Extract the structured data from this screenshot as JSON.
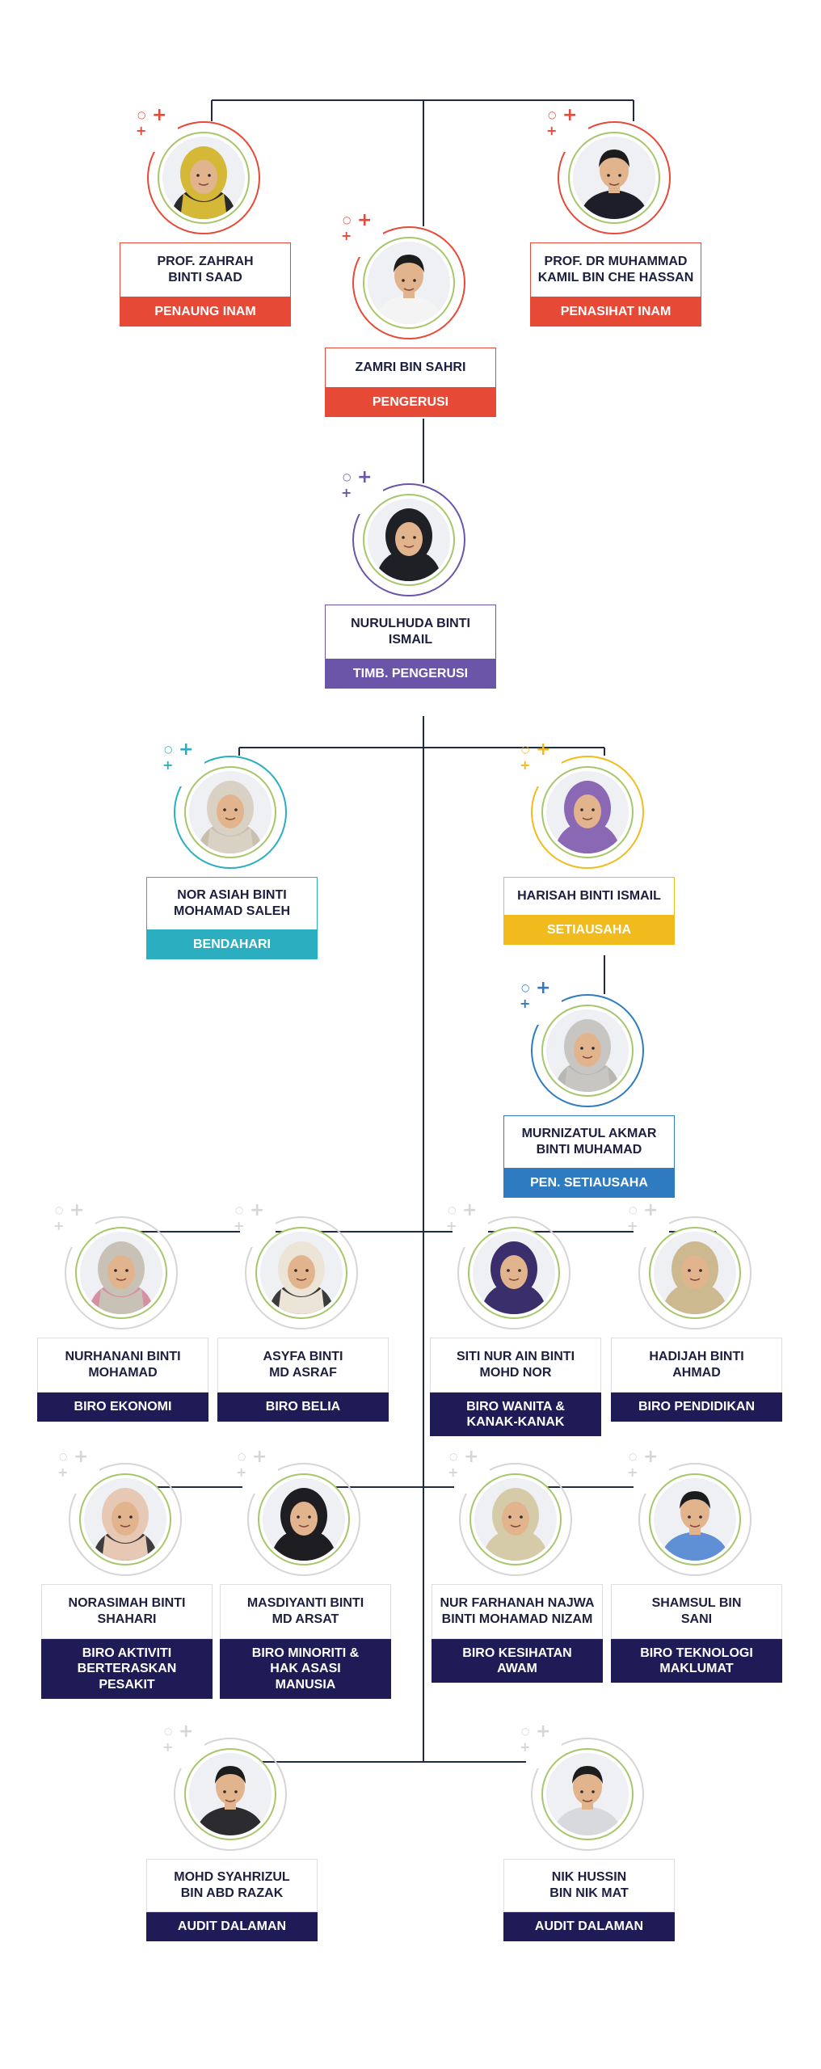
{
  "colors": {
    "line": "#1f2a44",
    "red": "#e64a37",
    "purple": "#6b55a8",
    "teal": "#2aaec0",
    "yellow": "#f2bb1d",
    "blue": "#2f7bbf",
    "navy": "#1e1b57",
    "skin": "#e2b48e",
    "black_hijab": "#23222a",
    "grey_ring": "#d6d6d6"
  },
  "members": [
    {
      "id": "zahrah",
      "name": "PROF. ZAHRAH\nBINTI SAAD",
      "role": "PENAUNG INAM",
      "role_color": "red",
      "ring_color": "red",
      "spark_color": "red",
      "hijab": "#d6b838",
      "clothing": "#2a2a2a"
    },
    {
      "id": "zamri",
      "name": "ZAMRI BIN SAHRI",
      "role": "PENGERUSI",
      "role_color": "red",
      "ring_color": "red",
      "spark_color": "red",
      "hair": "#1c1c1c",
      "clothing": "#f4f4f4"
    },
    {
      "id": "kamil",
      "name": "PROF. DR MUHAMMAD\nKAMIL BIN CHE HASSAN",
      "role": "PENASIHAT INAM",
      "role_color": "red",
      "ring_color": "red",
      "spark_color": "red",
      "hair": "#1c1c1c",
      "clothing": "#1e1e2a"
    },
    {
      "id": "nurulhuda",
      "name": "NURULHUDA BINTI\nISMAIL",
      "role": "TIMB. PENGERUSI",
      "role_color": "purple",
      "ring_color": "purple",
      "spark_color": "purple",
      "hijab": "#1f1f26",
      "clothing": "#1f1f26"
    },
    {
      "id": "norasiah",
      "name": "NOR ASIAH BINTI\nMOHAMAD SALEH",
      "role": "BENDAHARI",
      "role_color": "teal",
      "ring_color": "teal",
      "spark_color": "teal",
      "hijab": "#d9d2c4",
      "clothing": "#c9bfae"
    },
    {
      "id": "harisah",
      "name": "HARISAH BINTI ISMAIL",
      "role": "SETIAUSAHA",
      "role_color": "yellow",
      "ring_color": "yellow",
      "spark_color": "yellow",
      "hijab": "#8a68b4",
      "clothing": "#8a68b4"
    },
    {
      "id": "murnizatul",
      "name": "MURNIZATUL AKMAR\nBINTI MUHAMAD",
      "role": "PEN. SETIAUSAHA",
      "role_color": "blue",
      "ring_color": "blue",
      "spark_color": "blue",
      "hijab": "#c8c6c2",
      "clothing": "#b9b7b3"
    },
    {
      "id": "nurhanani",
      "name": "NURHANANI BINTI\nMOHAMAD",
      "role": "BIRO EKONOMI",
      "role_color": "navy",
      "ring_color": "grey_ring",
      "spark_color": "grey_ring",
      "hijab": "#c8c2b6",
      "clothing": "#d98fa2"
    },
    {
      "id": "asyfa",
      "name": "ASYFA BINTI\nMD ASRAF",
      "role": "BIRO BELIA",
      "role_color": "navy",
      "ring_color": "grey_ring",
      "spark_color": "grey_ring",
      "hijab": "#ede4d8",
      "clothing": "#3b3b3b"
    },
    {
      "id": "sitinurain",
      "name": "SITI NUR AIN BINTI\nMOHD NOR",
      "role": "BIRO WANITA &\nKANAK-KANAK",
      "role_color": "navy",
      "ring_color": "grey_ring",
      "spark_color": "grey_ring",
      "hijab": "#3a2f6b",
      "clothing": "#3a2f6b"
    },
    {
      "id": "hadijah",
      "name": "HADIJAH BINTI\nAHMAD",
      "role": "BIRO PENDIDIKAN",
      "role_color": "navy",
      "ring_color": "grey_ring",
      "spark_color": "grey_ring",
      "hijab": "#cdb98f",
      "clothing": "#cdb98f"
    },
    {
      "id": "norasimah",
      "name": "NORASIMAH BINTI\nSHAHARI",
      "role": "BIRO AKTIVITI\nBERTERASKAN\nPESAKIT",
      "role_color": "navy",
      "ring_color": "grey_ring",
      "spark_color": "grey_ring",
      "hijab": "#e7c8b4",
      "clothing": "#3d3d3d"
    },
    {
      "id": "masdiyanti",
      "name": "MASDIYANTI BINTI\nMD ARSAT",
      "role": "BIRO MINORITI &\nHAK ASASI\nMANUSIA",
      "role_color": "navy",
      "ring_color": "grey_ring",
      "spark_color": "grey_ring",
      "hijab": "#1e1e22",
      "clothing": "#1e1e22"
    },
    {
      "id": "farhanah",
      "name": "NUR FARHANAH NAJWA\nBINTI MOHAMAD NIZAM",
      "role": "BIRO KESIHATAN\nAWAM",
      "role_color": "navy",
      "ring_color": "grey_ring",
      "spark_color": "grey_ring",
      "hijab": "#d6cba8",
      "clothing": "#d6cba8"
    },
    {
      "id": "shamsul",
      "name": "SHAMSUL BIN\nSANI",
      "role": "BIRO TEKNOLOGI\nMAKLUMAT",
      "role_color": "navy",
      "ring_color": "grey_ring",
      "spark_color": "grey_ring",
      "hair": "#1c1c1c",
      "clothing": "#5f8fd4"
    },
    {
      "id": "syahrizul",
      "name": "MOHD SYAHRIZUL\nBIN ABD RAZAK",
      "role": "AUDIT DALAMAN",
      "role_color": "navy",
      "ring_color": "grey_ring",
      "spark_color": "grey_ring",
      "hair": "#1c1c1c",
      "clothing": "#2c2c30"
    },
    {
      "id": "nikhussin",
      "name": "NIK HUSSIN\nBIN NIK MAT",
      "role": "AUDIT DALAMAN",
      "role_color": "navy",
      "ring_color": "grey_ring",
      "spark_color": "grey_ring",
      "hair": "#1c1c1c",
      "clothing": "#d8d9dc"
    }
  ]
}
